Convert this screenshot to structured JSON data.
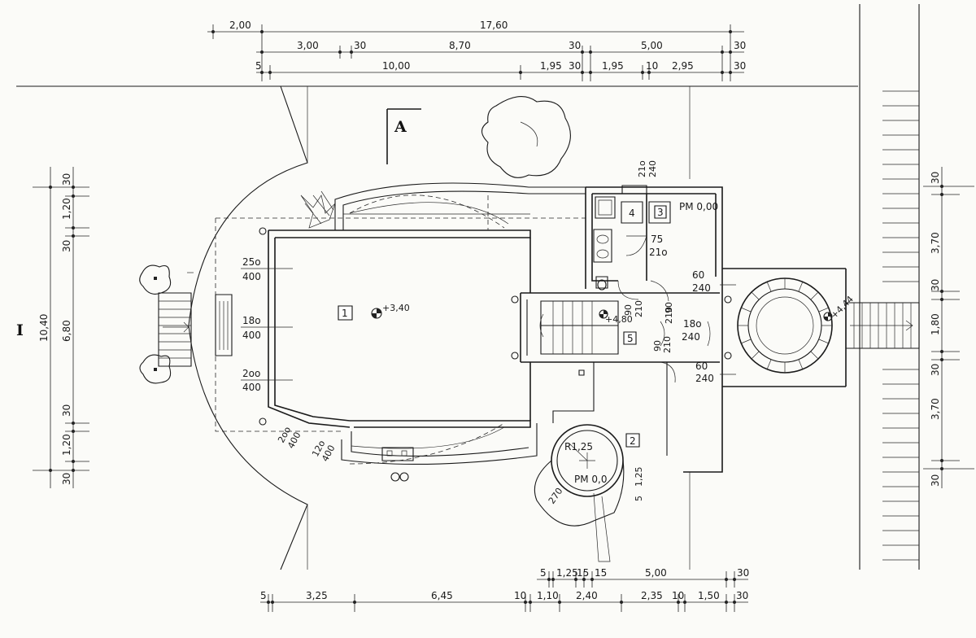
{
  "section_mark": "A",
  "left_mark": "I",
  "dims": {
    "top": {
      "r1": [
        "2,00",
        "17,60"
      ],
      "r2": [
        "3,00",
        "30",
        "8,70",
        "30",
        "5,00",
        "30"
      ],
      "r3": [
        "5",
        "10,00",
        "1,95",
        "30",
        "1,95",
        "10",
        "2,95",
        "30"
      ]
    },
    "bottom": {
      "r1": [
        "5",
        "1,25",
        "15",
        "15",
        "5,00",
        "30"
      ],
      "r2": [
        "5",
        "3,25",
        "6,45",
        "10",
        "1,10",
        "2,40",
        "2,35",
        "10",
        "1,50",
        "30"
      ]
    },
    "left": {
      "a": [
        "30",
        "1,20",
        "30"
      ],
      "b": [
        "6,80",
        "10,40"
      ],
      "c": [
        "30",
        "1,20",
        "30"
      ]
    },
    "right": [
      "30",
      "3,70",
      "30",
      "1,80",
      "30",
      "3,70",
      "30"
    ]
  },
  "rooms": {
    "r1": "1",
    "r2": "2",
    "r3": "3",
    "r4": "4",
    "r5": "5"
  },
  "levels": {
    "l340": "+3,40",
    "l480": "+4,80",
    "l444": "+4,44",
    "pm_top": "PM 0,00",
    "pm_tower": "PM 0,0"
  },
  "openings": {
    "w1": [
      "25o",
      "400"
    ],
    "w2": [
      "18o",
      "400"
    ],
    "w3": [
      "2oo",
      "400"
    ],
    "w4": [
      "2oo",
      "400"
    ],
    "w5": [
      "12o",
      "400"
    ],
    "d1": [
      "21o",
      "240"
    ],
    "d2": [
      "75",
      "21o"
    ],
    "d3": [
      "60",
      "240"
    ],
    "d4": [
      "90",
      "210"
    ],
    "d5": [
      "90",
      "210"
    ],
    "d6": [
      "18o",
      "240"
    ],
    "d7": [
      "90",
      "210"
    ],
    "d8": [
      "60",
      "240"
    ]
  },
  "tower": {
    "radius": "R1,25",
    "arc": "270",
    "side": "1,25",
    "side2": "5"
  }
}
